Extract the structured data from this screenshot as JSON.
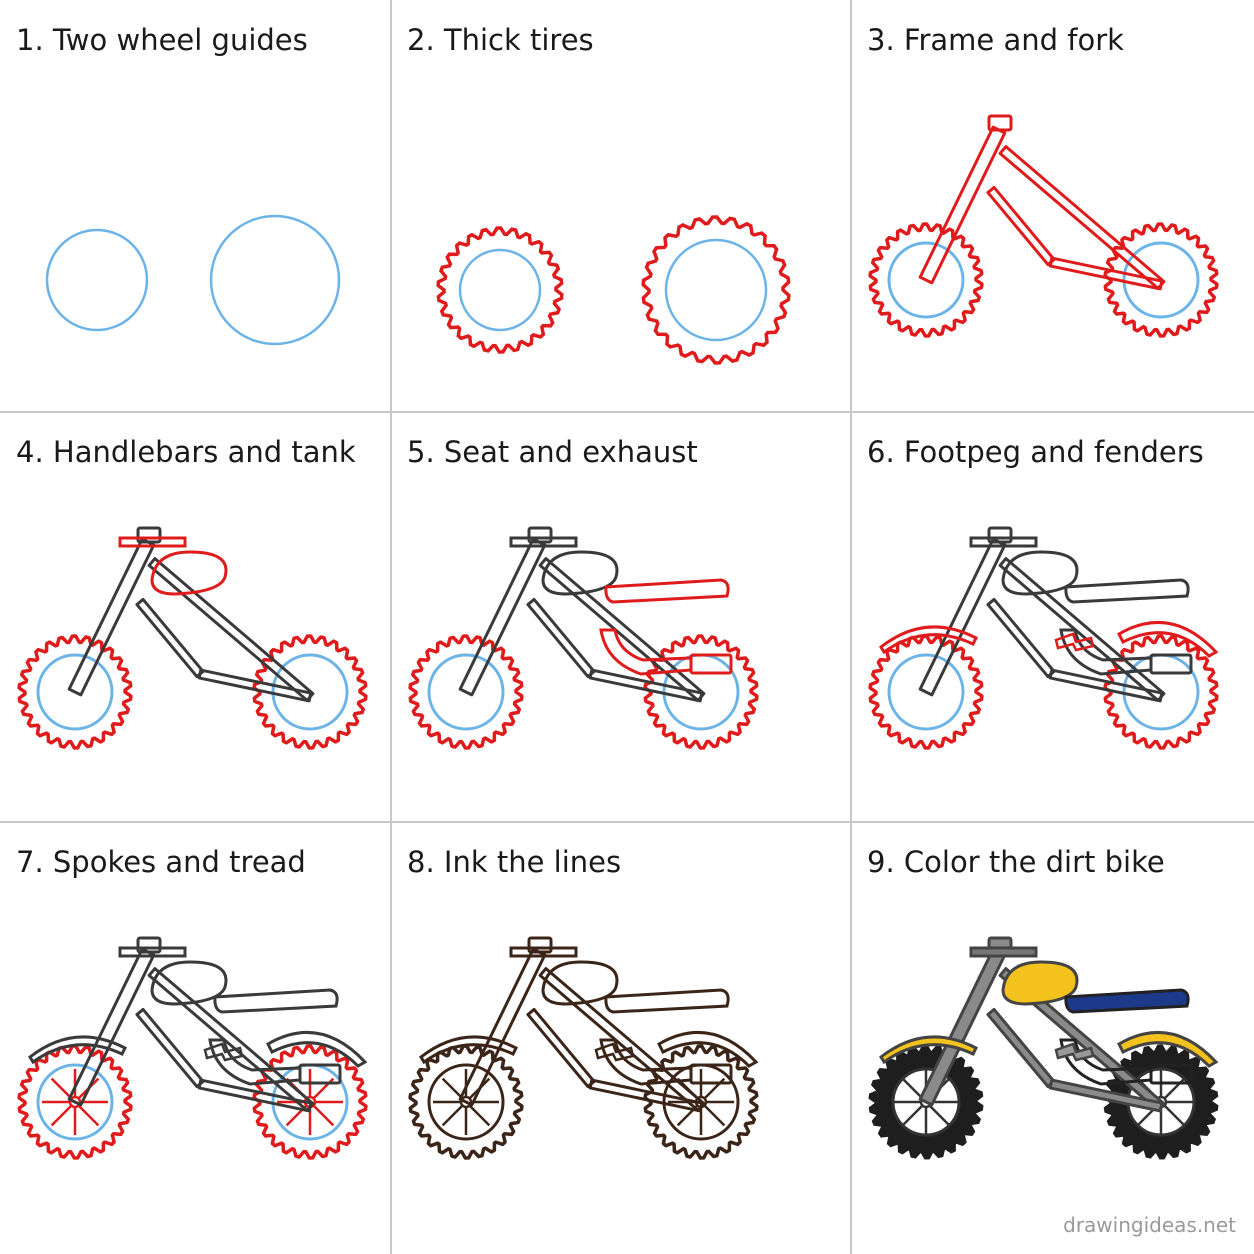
{
  "colors": {
    "guide": "#6cb3e8",
    "new_step": "#e01b1b",
    "pencil": "#3a3a3a",
    "ink": "#3b2518",
    "tire": "#1e1e1e",
    "frame": "#8a8a8a",
    "tank": "#f4c21c",
    "seat": "#1d3a8a",
    "fender": "#f4c21c"
  },
  "steps": [
    {
      "number": "1.",
      "label": "Two wheel guides"
    },
    {
      "number": "2.",
      "label": "Thick tires"
    },
    {
      "number": "3.",
      "label": "Frame and fork"
    },
    {
      "number": "4.",
      "label": "Handlebars and tank"
    },
    {
      "number": "5.",
      "label": "Seat and exhaust"
    },
    {
      "number": "6.",
      "label": "Footpeg and fenders"
    },
    {
      "number": "7.",
      "label": "Spokes and tread"
    },
    {
      "number": "8.",
      "label": "Ink the lines"
    },
    {
      "number": "9.",
      "label": "Color the dirt bike"
    }
  ],
  "watermark": "drawingideas.net"
}
